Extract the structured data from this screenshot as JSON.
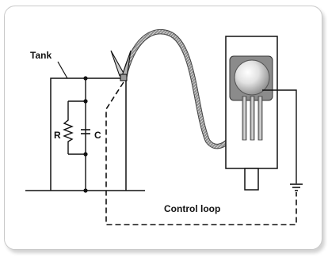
{
  "labels": {
    "tank": "Tank",
    "resistor": "R",
    "capacitor": "C",
    "control_loop": "Control loop"
  }
}
